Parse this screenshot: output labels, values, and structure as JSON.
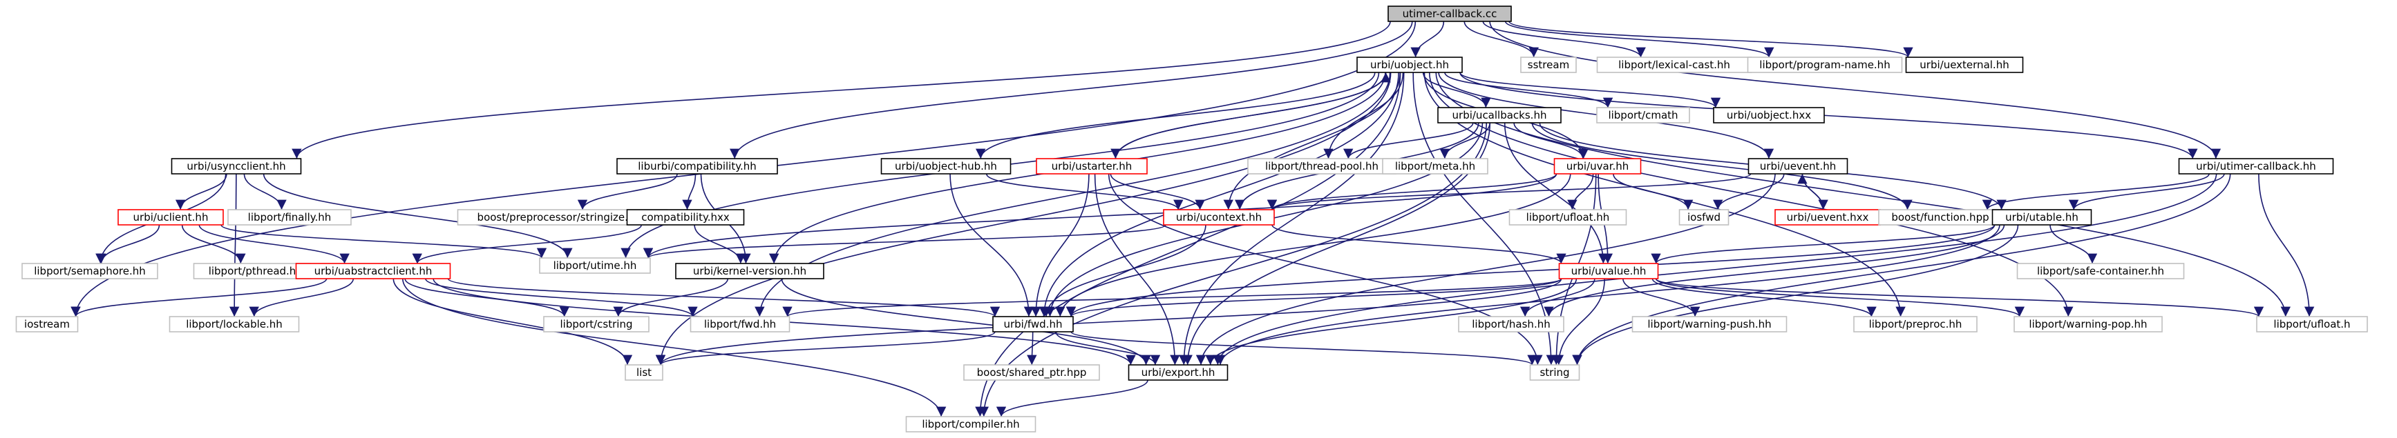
{
  "graph": {
    "nodes": [
      {
        "id": "root",
        "label": "utimer-callback.cc",
        "kind": "root"
      },
      {
        "id": "uobject",
        "label": "urbi/uobject.hh",
        "kind": "normal"
      },
      {
        "id": "sstream",
        "label": "sstream",
        "kind": "ext"
      },
      {
        "id": "lexical",
        "label": "libport/lexical-cast.hh",
        "kind": "ext"
      },
      {
        "id": "progname",
        "label": "libport/program-name.hh",
        "kind": "ext"
      },
      {
        "id": "uexternal",
        "label": "urbi/uexternal.hh",
        "kind": "normal"
      },
      {
        "id": "usyncclient",
        "label": "urbi/usyncclient.hh",
        "kind": "normal"
      },
      {
        "id": "compatibility",
        "label": "liburbi/compatibility.hh",
        "kind": "normal"
      },
      {
        "id": "ucallbacks",
        "label": "urbi/ucallbacks.hh",
        "kind": "normal"
      },
      {
        "id": "cmath",
        "label": "libport/cmath",
        "kind": "ext"
      },
      {
        "id": "uobjecthxx",
        "label": "urbi/uobject.hxx",
        "kind": "normal"
      },
      {
        "id": "utimercb",
        "label": "urbi/utimer-callback.hh",
        "kind": "normal"
      },
      {
        "id": "uclient",
        "label": "urbi/uclient.hh",
        "kind": "red"
      },
      {
        "id": "finally",
        "label": "libport/finally.hh",
        "kind": "ext"
      },
      {
        "id": "stringize",
        "label": "boost/preprocessor/stringize.hpp",
        "kind": "ext"
      },
      {
        "id": "compathxx",
        "label": "compatibility.hxx",
        "kind": "normal"
      },
      {
        "id": "uobjecthub",
        "label": "urbi/uobject-hub.hh",
        "kind": "normal"
      },
      {
        "id": "ustarter",
        "label": "urbi/ustarter.hh",
        "kind": "red"
      },
      {
        "id": "threadpool",
        "label": "libport/thread-pool.hh",
        "kind": "ext"
      },
      {
        "id": "meta",
        "label": "libport/meta.hh",
        "kind": "ext"
      },
      {
        "id": "uvar",
        "label": "urbi/uvar.hh",
        "kind": "red"
      },
      {
        "id": "uevent",
        "label": "urbi/uevent.hh",
        "kind": "normal"
      },
      {
        "id": "ufloath",
        "label": "libport/ufloat.hh",
        "kind": "ext"
      },
      {
        "id": "iosfwd",
        "label": "iosfwd",
        "kind": "ext"
      },
      {
        "id": "ueventhxx",
        "label": "urbi/uevent.hxx",
        "kind": "red"
      },
      {
        "id": "boostfunction",
        "label": "boost/function.hpp",
        "kind": "ext"
      },
      {
        "id": "utable",
        "label": "urbi/utable.hh",
        "kind": "normal"
      },
      {
        "id": "semaphore",
        "label": "libport/semaphore.hh",
        "kind": "ext"
      },
      {
        "id": "pthread",
        "label": "libport/pthread.h",
        "kind": "ext"
      },
      {
        "id": "uabstract",
        "label": "urbi/uabstractclient.hh",
        "kind": "red"
      },
      {
        "id": "ucontext",
        "label": "urbi/ucontext.hh",
        "kind": "red"
      },
      {
        "id": "utime",
        "label": "libport/utime.hh",
        "kind": "ext"
      },
      {
        "id": "kernelver",
        "label": "urbi/kernel-version.hh",
        "kind": "normal"
      },
      {
        "id": "uvalue",
        "label": "urbi/uvalue.hh",
        "kind": "red"
      },
      {
        "id": "safecont",
        "label": "libport/safe-container.hh",
        "kind": "ext"
      },
      {
        "id": "iostream",
        "label": "iostream",
        "kind": "ext"
      },
      {
        "id": "lockable",
        "label": "libport/lockable.hh",
        "kind": "ext"
      },
      {
        "id": "cstring",
        "label": "libport/cstring",
        "kind": "ext"
      },
      {
        "id": "libfwd",
        "label": "libport/fwd.hh",
        "kind": "ext"
      },
      {
        "id": "urbifwd",
        "label": "urbi/fwd.hh",
        "kind": "normal"
      },
      {
        "id": "hash",
        "label": "libport/hash.hh",
        "kind": "ext"
      },
      {
        "id": "warnpush",
        "label": "libport/warning-push.hh",
        "kind": "ext"
      },
      {
        "id": "preproc",
        "label": "libport/preproc.hh",
        "kind": "ext"
      },
      {
        "id": "warnpop",
        "label": "libport/warning-pop.hh",
        "kind": "ext"
      },
      {
        "id": "ufloat2",
        "label": "libport/ufloat.h",
        "kind": "ext"
      },
      {
        "id": "list",
        "label": "list",
        "kind": "ext"
      },
      {
        "id": "sharedptr",
        "label": "boost/shared_ptr.hpp",
        "kind": "ext"
      },
      {
        "id": "export",
        "label": "urbi/export.hh",
        "kind": "normal"
      },
      {
        "id": "string",
        "label": "string",
        "kind": "ext"
      },
      {
        "id": "compiler",
        "label": "libport/compiler.hh",
        "kind": "ext"
      }
    ],
    "edges": [
      [
        "root",
        "uobject"
      ],
      [
        "root",
        "sstream"
      ],
      [
        "root",
        "lexical"
      ],
      [
        "root",
        "progname"
      ],
      [
        "root",
        "uexternal"
      ],
      [
        "root",
        "usyncclient"
      ],
      [
        "root",
        "compatibility"
      ],
      [
        "root",
        "iostream"
      ],
      [
        "root",
        "utimercb"
      ],
      [
        "uobject",
        "cmath"
      ],
      [
        "uobject",
        "uobjecthxx"
      ],
      [
        "uobject",
        "ucallbacks"
      ],
      [
        "uobject",
        "uobjecthub"
      ],
      [
        "uobject",
        "ustarter"
      ],
      [
        "uobject",
        "threadpool"
      ],
      [
        "uobject",
        "uvar"
      ],
      [
        "uobject",
        "uevent"
      ],
      [
        "uobject",
        "utimercb"
      ],
      [
        "uobject",
        "ucontext"
      ],
      [
        "uobject",
        "kernelver"
      ],
      [
        "uobject",
        "urbifwd"
      ],
      [
        "uobject",
        "export"
      ],
      [
        "uobject",
        "compiler"
      ],
      [
        "uobject",
        "libfwd"
      ],
      [
        "uobject",
        "utime"
      ],
      [
        "uobject",
        "list"
      ],
      [
        "uobject",
        "string"
      ],
      [
        "uobject",
        "ufloat2"
      ],
      [
        "uobject",
        "preproc"
      ],
      [
        "uobject",
        "warnpop"
      ],
      [
        "usyncclient",
        "uclient"
      ],
      [
        "usyncclient",
        "finally"
      ],
      [
        "usyncclient",
        "semaphore"
      ],
      [
        "usyncclient",
        "utime"
      ],
      [
        "usyncclient",
        "lockable"
      ],
      [
        "compatibility",
        "stringize"
      ],
      [
        "compatibility",
        "compathxx"
      ],
      [
        "compatibility",
        "kernelver"
      ],
      [
        "compathxx",
        "uabstract"
      ],
      [
        "compathxx",
        "kernelver"
      ],
      [
        "uclient",
        "uabstract"
      ],
      [
        "uclient",
        "semaphore"
      ],
      [
        "uclient",
        "pthread"
      ],
      [
        "uclient",
        "utime"
      ],
      [
        "uabstract",
        "iostream"
      ],
      [
        "uabstract",
        "lockable"
      ],
      [
        "uabstract",
        "cstring"
      ],
      [
        "uabstract",
        "libfwd"
      ],
      [
        "uabstract",
        "urbifwd"
      ],
      [
        "uabstract",
        "list"
      ],
      [
        "uabstract",
        "export"
      ],
      [
        "uabstract",
        "compiler"
      ],
      [
        "ucallbacks",
        "threadpool"
      ],
      [
        "ucallbacks",
        "meta"
      ],
      [
        "ucallbacks",
        "ucontext"
      ],
      [
        "ucallbacks",
        "uvar"
      ],
      [
        "ucallbacks",
        "utable"
      ],
      [
        "ucallbacks",
        "boostfunction"
      ],
      [
        "ucallbacks",
        "urbifwd"
      ],
      [
        "ucallbacks",
        "export"
      ],
      [
        "ucallbacks",
        "compiler"
      ],
      [
        "ucallbacks",
        "uvalue"
      ],
      [
        "uobjecthub",
        "ucontext"
      ],
      [
        "uobjecthub",
        "urbifwd"
      ],
      [
        "ustarter",
        "ucontext"
      ],
      [
        "ustarter",
        "urbifwd"
      ],
      [
        "ustarter",
        "export"
      ],
      [
        "ustarter",
        "string"
      ],
      [
        "ustarter",
        "uobject"
      ],
      [
        "uvar",
        "ucontext"
      ],
      [
        "uvar",
        "uvalue"
      ],
      [
        "uvar",
        "ufloath"
      ],
      [
        "uvar",
        "iosfwd"
      ],
      [
        "uvar",
        "string"
      ],
      [
        "uvar",
        "utime"
      ],
      [
        "uvar",
        "urbifwd"
      ],
      [
        "uevent",
        "ucontext"
      ],
      [
        "uevent",
        "iosfwd"
      ],
      [
        "uevent",
        "ueventhxx"
      ],
      [
        "uevent",
        "export"
      ],
      [
        "ueventhxx",
        "uevent"
      ],
      [
        "utimercb",
        "boostfunction"
      ],
      [
        "utimercb",
        "utable"
      ],
      [
        "utimercb",
        "export"
      ],
      [
        "utimercb",
        "string"
      ],
      [
        "utimercb",
        "ufloat2"
      ],
      [
        "utable",
        "uvalue"
      ],
      [
        "utable",
        "safecont"
      ],
      [
        "utable",
        "export"
      ],
      [
        "utable",
        "string"
      ],
      [
        "utable",
        "urbifwd"
      ],
      [
        "utable",
        "hash"
      ],
      [
        "ucontext",
        "utime"
      ],
      [
        "ucontext",
        "uvalue"
      ],
      [
        "ucontext",
        "urbifwd"
      ],
      [
        "kernelver",
        "cstring"
      ],
      [
        "kernelver",
        "export"
      ],
      [
        "uvalue",
        "urbifwd"
      ],
      [
        "uvalue",
        "hash"
      ],
      [
        "uvalue",
        "warnpush"
      ],
      [
        "uvalue",
        "preproc"
      ],
      [
        "uvalue",
        "warnpop"
      ],
      [
        "uvalue",
        "ufloat2"
      ],
      [
        "uvalue",
        "export"
      ],
      [
        "uvalue",
        "string"
      ],
      [
        "uvalue",
        "list"
      ],
      [
        "uvalue",
        "libfwd"
      ],
      [
        "urbifwd",
        "list"
      ],
      [
        "urbifwd",
        "sharedptr"
      ],
      [
        "urbifwd",
        "export"
      ],
      [
        "urbifwd",
        "string"
      ],
      [
        "export",
        "compiler"
      ]
    ]
  }
}
